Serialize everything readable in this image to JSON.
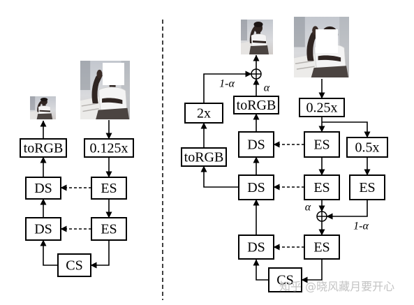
{
  "colors": {
    "stroke": "#000000",
    "box_fill": "#ffffff",
    "watermark": "#b8b8b8"
  },
  "left": {
    "to_rgb": "toRGB",
    "scale": "0.125x",
    "ds_top": "DS",
    "es_top": "ES",
    "ds_bottom": "DS",
    "es_bottom": "ES",
    "cs": "CS"
  },
  "right": {
    "to_rgb_main": "toRGB",
    "upscale": "2x",
    "to_rgb_side": "toRGB",
    "scale_main": "0.25x",
    "scale_side": "0.5x",
    "ds_top": "DS",
    "es_top": "ES",
    "ds_mid": "DS",
    "es_mid": "ES",
    "es_side": "ES",
    "ds_bottom": "DS",
    "es_bottom": "ES",
    "cs": "CS",
    "weights": {
      "top_left": "1-α",
      "top_right": "α",
      "bottom_top": "α",
      "bottom_right": "1-α"
    }
  },
  "watermark": "知乎 @晓风藏月要开心"
}
